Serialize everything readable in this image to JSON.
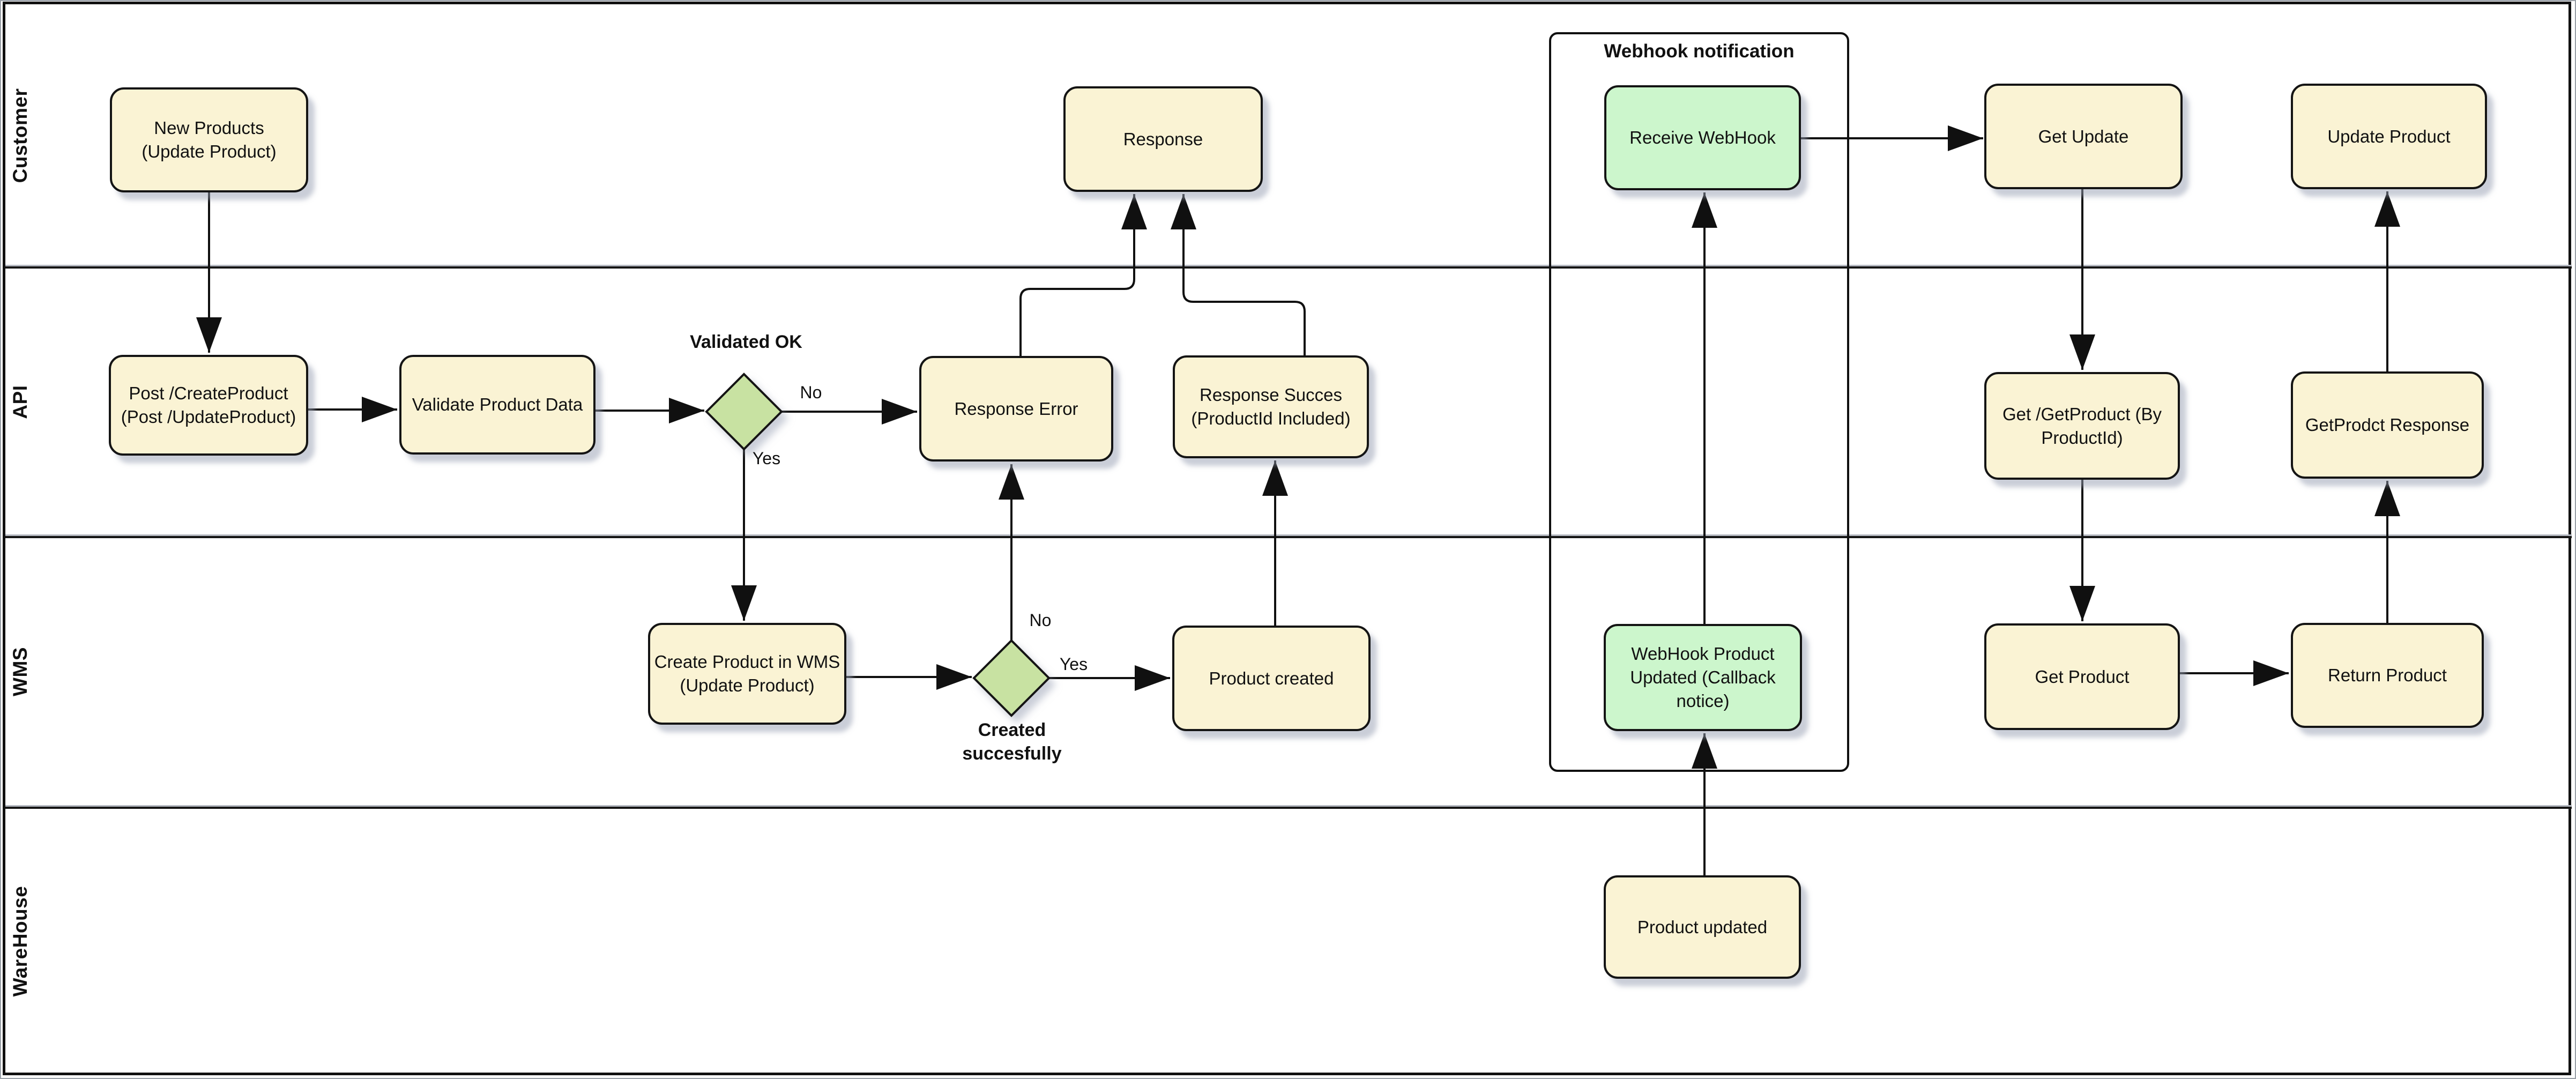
{
  "lanes": [
    {
      "label": "Customer"
    },
    {
      "label": "API"
    },
    {
      "label": "WMS"
    },
    {
      "label": "WareHouse"
    }
  ],
  "group": {
    "title": "Webhook notification"
  },
  "nodes": {
    "new_products": {
      "label": "New Products\n(Update Product)"
    },
    "post_create_product": {
      "label": "Post /CreateProduct\n(Post /UpdateProduct)"
    },
    "validate_product_data": {
      "label": "Validate Product Data"
    },
    "response": {
      "label": "Response"
    },
    "response_error": {
      "label": "Response Error"
    },
    "response_succes": {
      "label": "Response Succes\n(ProductId Included)"
    },
    "create_product_wms": {
      "label": "Create Product in WMS\n(Update Product)"
    },
    "product_created": {
      "label": "Product created"
    },
    "receive_webhook": {
      "label": "Receive WebHook"
    },
    "webhook_product_updated": {
      "label": "WebHook Product\nUpdated (Callback notice)"
    },
    "product_updated": {
      "label": "Product updated"
    },
    "get_update": {
      "label": "Get Update"
    },
    "update_product": {
      "label": "Update Product"
    },
    "get_getproduct": {
      "label": "Get /GetProduct (By\nProductId)"
    },
    "getprodct_response": {
      "label": "GetProdct Response"
    },
    "get_product": {
      "label": "Get Product"
    },
    "return_product": {
      "label": "Return Product"
    }
  },
  "gateways": {
    "validated_ok": {
      "label": "Validated OK",
      "yes": "Yes",
      "no": "No"
    },
    "created_succesfully": {
      "label": "Created\nsuccesfully",
      "yes": "Yes",
      "no": "No"
    }
  },
  "colors": {
    "task_fill": "#FAF3D4",
    "event_fill": "#CCF6CC",
    "gateway_fill": "#C8E2A2",
    "border": "#141414",
    "shadow_tint": "#A8AEC0",
    "lane_line": "#141414"
  }
}
